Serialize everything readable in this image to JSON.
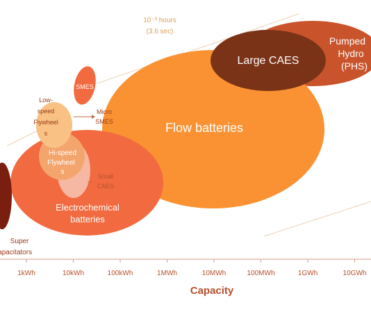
{
  "colors": {
    "pumped_hydro": "#c9542c",
    "large_caes": "#7b3318",
    "flow_batteries": "#fa9233",
    "electrochemical": "#f26a3f",
    "hi_speed_flywheels": "#f4a56d",
    "small_caes": "#f6b7a3",
    "low_speed_flywheels": "#f9c183",
    "smes": "#f26a3f",
    "super_capacitators": "#7a1f10",
    "axis_label": "#b5502d",
    "axis_ticks": "#b5502d",
    "guide_text": "#d9a15a",
    "guide_line": "#e9d2b5",
    "dark_label": "#9a3a1a"
  },
  "annotation": {
    "duration_line1": "10⁻³ hours",
    "duration_line2": "(3.6 sec)"
  },
  "technologies": {
    "pumped_hydro": {
      "line1": "Pumped",
      "line2": "Hydro",
      "line3": "(PHS)"
    },
    "large_caes": {
      "label": "Large CAES"
    },
    "flow_batteries": {
      "label": "Flow batteries"
    },
    "electrochemical": {
      "line1": "Electrochemical",
      "line2": "batteries"
    },
    "hi_speed_flywheels": {
      "line1": "Hi-speed",
      "line2": "Flywheel",
      "line3": "s"
    },
    "small_caes": {
      "line1": "Small",
      "line2": "CAES"
    },
    "low_speed_flywheels": {
      "line1": "Low-",
      "line2": "speed",
      "line3": "Flywheel",
      "line4": "s"
    },
    "smes": {
      "label": "SMES"
    },
    "micro_smes": {
      "line1": "Micro",
      "line2": "SMES"
    },
    "super_capacitators": {
      "line1": "Super",
      "line2": "Capacitators"
    }
  },
  "axis": {
    "title": "Capacity",
    "ticks": [
      "1kWh",
      "10kWh",
      "100kWh",
      "1MWh",
      "10MWh",
      "100MWh",
      "1GWh",
      "10GWh"
    ]
  }
}
